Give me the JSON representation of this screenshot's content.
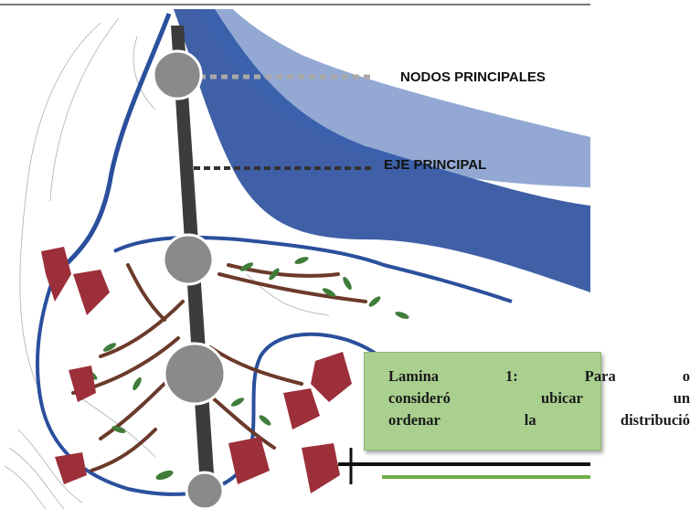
{
  "labels": {
    "main_nodes": "NODOS PRINCIPALES",
    "main_axis": "EJE PRINCIPAL"
  },
  "caption": {
    "line1": "Lamina 1: Para o",
    "line2": "consideró ubicar un",
    "line3": "ordenar la distribució"
  },
  "colors": {
    "river_blue": "#2a4f9c",
    "flower_red": "#9c2f3a",
    "leaf_green": "#3f7d3a",
    "branch_brown": "#6b3a2a",
    "axis_gray": "#3c3c3c",
    "node_gray": "#8a8a8a",
    "caption_green": "#a9d08e",
    "underline_green": "#70ad47"
  }
}
